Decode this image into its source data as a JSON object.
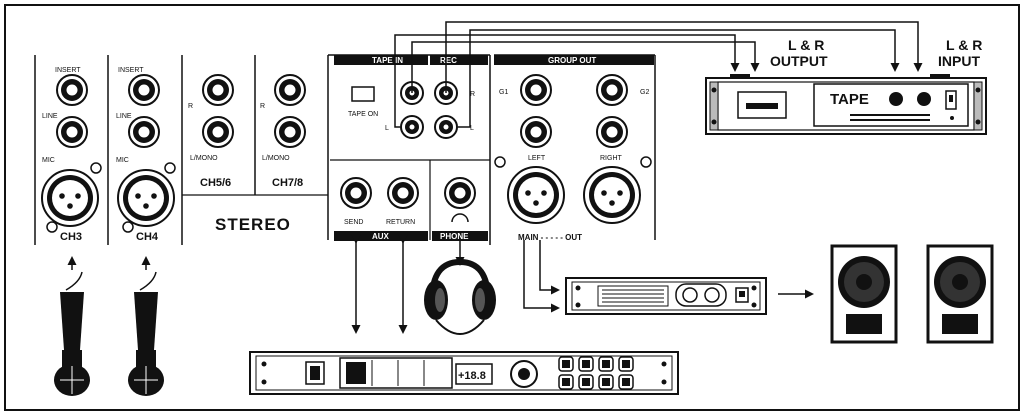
{
  "mixer": {
    "ch3": "CH3",
    "ch4": "CH4",
    "ch56": "CH5/6",
    "ch78": "CH7/8",
    "stereo": "STEREO",
    "insert": "INSERT",
    "line": "LINE",
    "mic": "MIC",
    "r": "R",
    "lmono": "L/MONO",
    "tape_in": "TAPE IN",
    "rec": "REC",
    "tape_on": "TAPE ON",
    "l": "L",
    "group_out": "GROUP OUT",
    "g1": "G1",
    "g2": "G2",
    "left": "LEFT",
    "right": "RIGHT",
    "main_out": "MAIN - - - - - OUT",
    "send": "SEND",
    "return": "RETURN",
    "aux": "AUX",
    "phone": "PHONE"
  },
  "tape_deck": {
    "label": "TAPE",
    "output_label": "OUTPUT",
    "output_sub": "L & R",
    "input_label": "INPUT",
    "input_sub": "L & R"
  },
  "effects": {
    "display": "+18.8"
  }
}
